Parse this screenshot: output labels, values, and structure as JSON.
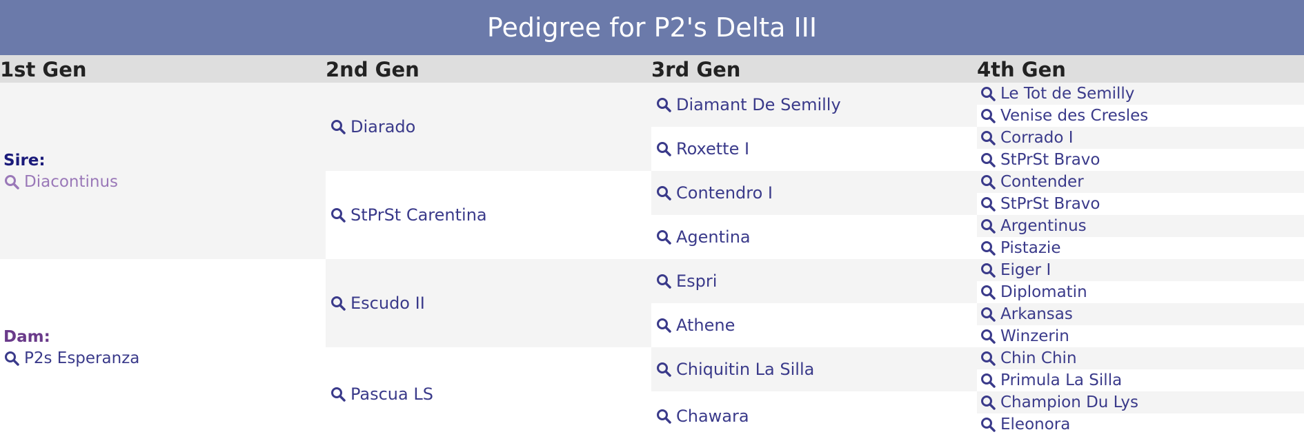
{
  "title": "Pedigree for P2's Delta III",
  "headers": [
    "1st Gen",
    "2nd Gen",
    "3rd Gen",
    "4th Gen"
  ],
  "gen1": {
    "sire_label": "Sire:",
    "sire_name": "Diacontinus",
    "dam_label": "Dam:",
    "dam_name": "P2s Esperanza"
  },
  "gen2": [
    "Diarado",
    "StPrSt Carentina",
    "Escudo II",
    "Pascua LS"
  ],
  "gen3": [
    "Diamant De Semilly",
    "Roxette I",
    "Contendro I",
    "Agentina",
    "Espri",
    "Athene",
    "Chiquitin La Silla",
    "Chawara"
  ],
  "gen4": [
    "Le Tot de Semilly",
    "Venise des Cresles",
    "Corrado I",
    "StPrSt Bravo",
    "Contender",
    "StPrSt Bravo",
    "Argentinus",
    "Pistazie",
    "Eiger I",
    "Diplomatin",
    "Arkansas",
    "Winzerin",
    "Chin Chin",
    "Primula La Silla",
    "Champion Du Lys",
    "Eleonora"
  ],
  "colors": {
    "title_bar": "#6b7aaa",
    "header_row": "#dedede",
    "link": "#3a3a8a",
    "sire_label": "#1a1a7a",
    "dam_label": "#6a3a8a",
    "visited_link": "#9a78b8"
  },
  "icons": {
    "search": "search-icon"
  }
}
